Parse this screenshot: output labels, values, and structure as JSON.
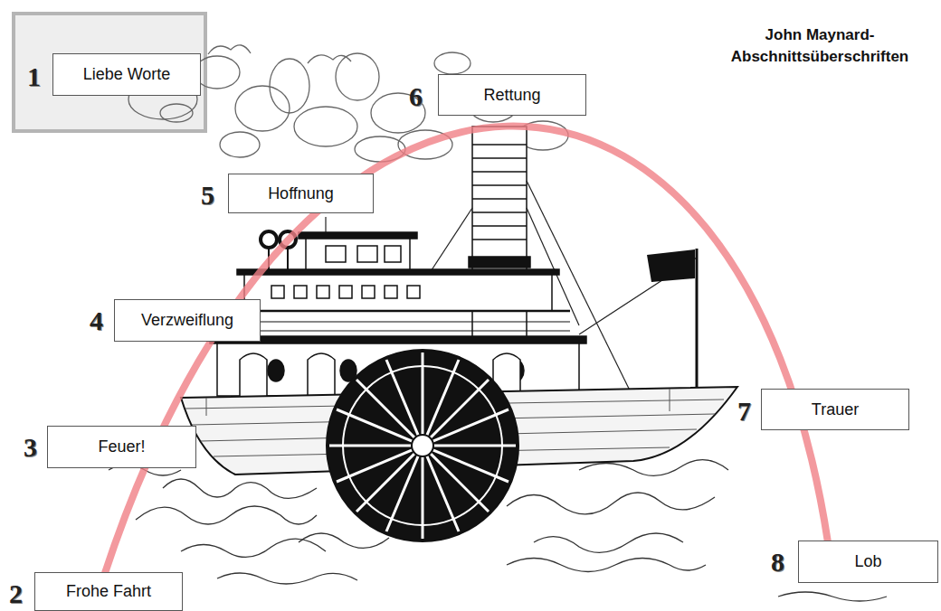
{
  "diagram": {
    "title": "John Maynard- Abschnittsüberschriften",
    "nodes": [
      {
        "text": [
          "Liebe Worte"
        ]
      },
      {
        "text": [
          "Frohe Fahrt"
        ]
      },
      {
        "text": [
          "Feuer!"
        ]
      },
      {
        "text": [
          "Verzweiflung"
        ]
      },
      {
        "text": [
          "Hoffnung"
        ]
      },
      {
        "text": [
          "Rettung"
        ]
      },
      {
        "text": [
          "Trauer"
        ]
      },
      {
        "text": [
          "Lob"
        ]
      }
    ],
    "labels": [
      "1",
      "2",
      "3",
      "4",
      "5",
      "6",
      "7",
      "8"
    ]
  }
}
